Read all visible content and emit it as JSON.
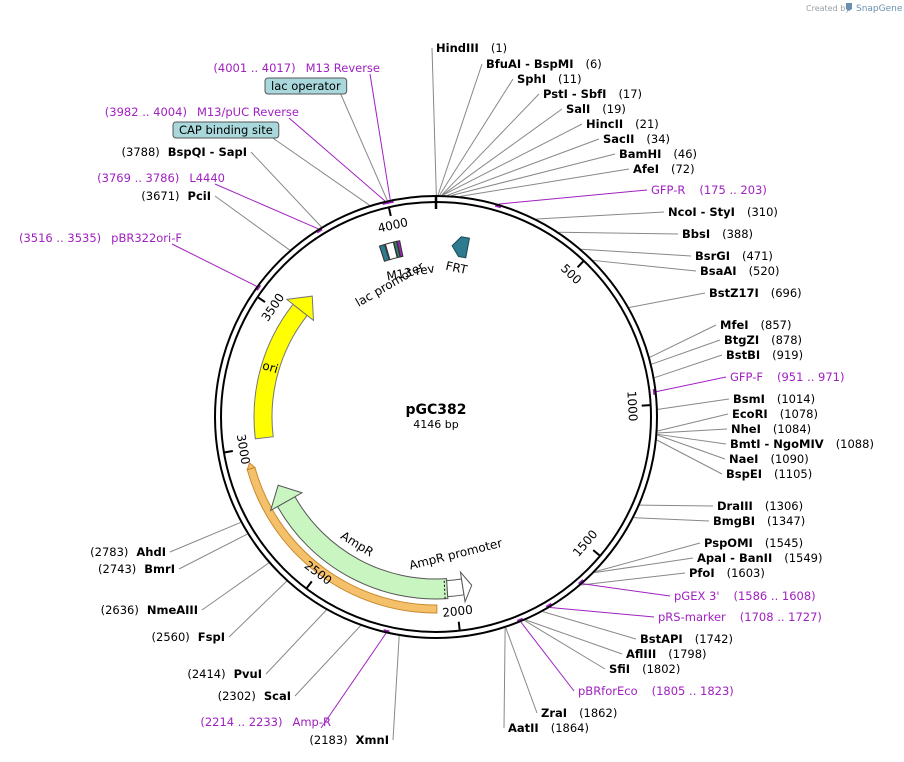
{
  "credit": {
    "prefix": "Created by",
    "brand": "SnapGene"
  },
  "plasmid": {
    "name": "pGC382",
    "length": 4146,
    "length_label": "4146 bp"
  },
  "colors": {
    "primer": "#a020c0",
    "ori": "#ffff00",
    "ampr": "#c8f5c0",
    "frt": "#2e7a8e",
    "feature_box": "#a8d8dc",
    "highlight": "#f5c06a"
  },
  "ticks": [
    {
      "pos": 500,
      "label": "500"
    },
    {
      "pos": 1000,
      "label": "1000"
    },
    {
      "pos": 1500,
      "label": "1500"
    },
    {
      "pos": 2000,
      "label": "2000"
    },
    {
      "pos": 2500,
      "label": "2500"
    },
    {
      "pos": 3000,
      "label": "3000"
    },
    {
      "pos": 3500,
      "label": "3500"
    },
    {
      "pos": 4000,
      "label": "4000"
    }
  ],
  "enzymes_right": [
    {
      "name": "HindIII",
      "pos": 1,
      "num": "(1)"
    },
    {
      "name": "BfuAI  -  BspMI",
      "pos": 6,
      "num": "(6)"
    },
    {
      "name": "SphI",
      "pos": 11,
      "num": "(11)"
    },
    {
      "name": "PstI  -  SbfI",
      "pos": 17,
      "num": "(17)"
    },
    {
      "name": "SalI",
      "pos": 19,
      "num": "(19)"
    },
    {
      "name": "HincII",
      "pos": 21,
      "num": "(21)"
    },
    {
      "name": "SacII",
      "pos": 34,
      "num": "(34)"
    },
    {
      "name": "BamHI",
      "pos": 46,
      "num": "(46)"
    },
    {
      "name": "AfeI",
      "pos": 72,
      "num": "(72)"
    },
    {
      "name": "NcoI  -  StyI",
      "pos": 310,
      "num": "(310)"
    },
    {
      "name": "BbsI",
      "pos": 388,
      "num": "(388)"
    },
    {
      "name": "BsrGI",
      "pos": 471,
      "num": "(471)"
    },
    {
      "name": "BsaAI",
      "pos": 520,
      "num": "(520)"
    },
    {
      "name": "BstZ17I",
      "pos": 696,
      "num": "(696)"
    },
    {
      "name": "MfeI",
      "pos": 857,
      "num": "(857)"
    },
    {
      "name": "BtgZI",
      "pos": 878,
      "num": "(878)"
    },
    {
      "name": "BstBI",
      "pos": 919,
      "num": "(919)"
    },
    {
      "name": "BsmI",
      "pos": 1014,
      "num": "(1014)"
    },
    {
      "name": "EcoRI",
      "pos": 1078,
      "num": "(1078)"
    },
    {
      "name": "NheI",
      "pos": 1084,
      "num": "(1084)"
    },
    {
      "name": "BmtI  -  NgoMIV",
      "pos": 1088,
      "num": "(1088)"
    },
    {
      "name": "NaeI",
      "pos": 1090,
      "num": "(1090)"
    },
    {
      "name": "BspEI",
      "pos": 1105,
      "num": "(1105)"
    },
    {
      "name": "DraIII",
      "pos": 1306,
      "num": "(1306)"
    },
    {
      "name": "BmgBI",
      "pos": 1347,
      "num": "(1347)"
    },
    {
      "name": "PspOMI",
      "pos": 1545,
      "num": "(1545)"
    },
    {
      "name": "ApaI  -  BanII",
      "pos": 1549,
      "num": "(1549)"
    },
    {
      "name": "PfoI",
      "pos": 1603,
      "num": "(1603)"
    },
    {
      "name": "BstAPI",
      "pos": 1742,
      "num": "(1742)"
    },
    {
      "name": "AflIII",
      "pos": 1798,
      "num": "(1798)"
    },
    {
      "name": "SfiI",
      "pos": 1802,
      "num": "(1802)"
    },
    {
      "name": "ZraI",
      "pos": 1862,
      "num": "(1862)"
    },
    {
      "name": "AatII",
      "pos": 1864,
      "num": "(1864)"
    }
  ],
  "enzymes_left": [
    {
      "name": "BspQI  -  SapI",
      "pos": 3788,
      "num": "(3788)"
    },
    {
      "name": "PciI",
      "pos": 3671,
      "num": "(3671)"
    },
    {
      "name": "AhdI",
      "pos": 2783,
      "num": "(2783)"
    },
    {
      "name": "BmrI",
      "pos": 2743,
      "num": "(2743)"
    },
    {
      "name": "NmeAIII",
      "pos": 2636,
      "num": "(2636)"
    },
    {
      "name": "FspI",
      "pos": 2560,
      "num": "(2560)"
    },
    {
      "name": "PvuI",
      "pos": 2414,
      "num": "(2414)"
    },
    {
      "name": "ScaI",
      "pos": 2302,
      "num": "(2302)"
    },
    {
      "name": "XmnI",
      "pos": 2183,
      "num": "(2183)"
    }
  ],
  "primers_right": [
    {
      "name": "GFP-R",
      "pos": 189,
      "range": "(175 .. 203)"
    },
    {
      "name": "GFP-F",
      "pos": 961,
      "range": "(951 .. 971)"
    },
    {
      "name": "pGEX 3'",
      "pos": 1597,
      "range": "(1586 .. 1608)"
    },
    {
      "name": "pRS-marker",
      "pos": 1717,
      "range": "(1708 .. 1727)"
    },
    {
      "name": "pBRforEco",
      "pos": 1814,
      "range": "(1805 .. 1823)"
    }
  ],
  "primers_left": [
    {
      "name": "M13 Reverse",
      "pos": 4009,
      "range": "(4001 .. 4017)"
    },
    {
      "name": "M13/pUC Reverse",
      "pos": 3993,
      "range": "(3982 .. 4004)"
    },
    {
      "name": "L4440",
      "pos": 3777,
      "range": "(3769 .. 3786)"
    },
    {
      "name": "pBR322ori-F",
      "pos": 3525,
      "range": "(3516 .. 3535)"
    },
    {
      "name": "Amp-R",
      "pos": 2223,
      "range": "(2214 .. 2233)"
    }
  ],
  "feature_boxes": [
    {
      "name": "lac operator",
      "pos": 4000
    },
    {
      "name": "CAP binding site",
      "pos": 3945
    }
  ],
  "features": {
    "ori": "ori",
    "ampr": "AmpR",
    "ampr_promoter": "AmpR promoter",
    "lac_promoter": "lac promoter",
    "m13_rev": "M13 rev",
    "frt": "FRT"
  }
}
